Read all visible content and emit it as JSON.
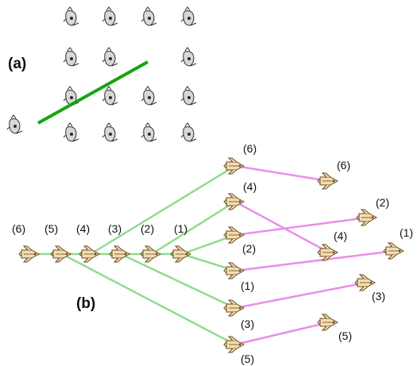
{
  "panels": {
    "a": {
      "label": "(a)"
    },
    "b": {
      "label": "(b)"
    }
  },
  "colors": {
    "grid_line": "#12a512",
    "tree_edge": "#8fdc8f",
    "match_edge": "#e98fe9",
    "ship_body": "#f2ddb3",
    "ship_outline": "#6b4a1a",
    "drone_body": "#d8d8d8",
    "drone_outline": "#2b2b2b"
  },
  "icons": {
    "grid_item": "gray-drone-icon",
    "swarm_item": "space-shuttle-icon"
  },
  "tree_labels": [
    "(6)",
    "(5)",
    "(4)",
    "(3)",
    "(2)",
    "(1)"
  ],
  "middle_labels": [
    "(6)",
    "(4)",
    "(2)",
    "(1)",
    "(3)",
    "(5)"
  ],
  "target_labels": [
    "(6)",
    "(2)",
    "(4)",
    "(1)",
    "(3)",
    "(5)"
  ]
}
